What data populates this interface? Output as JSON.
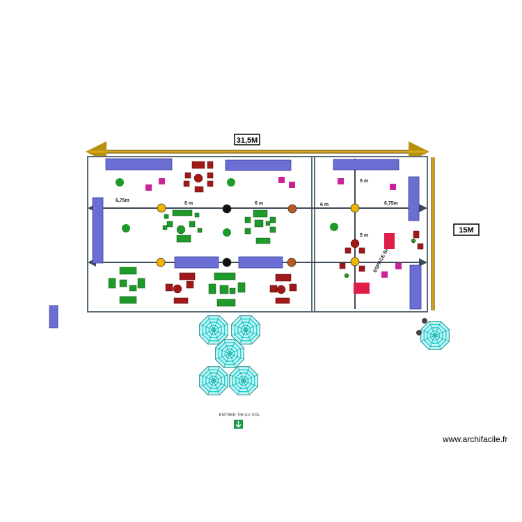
{
  "plan": {
    "total_width": "31,5M",
    "total_height": "15M",
    "spacing_labels": {
      "left_outer": "6,75m",
      "center_left": "6 m",
      "center_right": "6 m",
      "right_inner": "6 m",
      "right_outer": "6,75m",
      "top_vertical": "5 m",
      "bottom_vertical": "5 m"
    },
    "zone_label": "ESPACE BAR",
    "entrance_label": "ENTREE TIR AU VOL",
    "watermark": "www.archifacile.fr"
  },
  "colors": {
    "wall": "#5a6b78",
    "dimension": "#b8900f",
    "panel": "#6b6fd4",
    "green_furniture": "#1f9a2a",
    "red_furniture": "#a01818",
    "magenta_item": "#cc2299",
    "red_block": "#e01e4a",
    "cyan_umbrella": "#1fd6d6",
    "node_yellow": "#f0b400",
    "node_black": "#111111",
    "node_brown": "#b85a20",
    "exit_sign": "#1a9a4a"
  },
  "icons": {
    "exit_arrow": "exit-arrow-icon",
    "umbrella": "umbrella-icon"
  }
}
